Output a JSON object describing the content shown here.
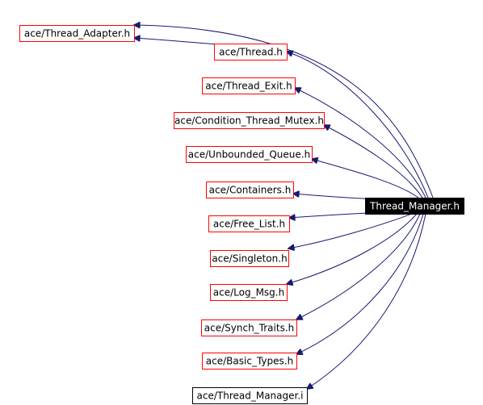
{
  "diagram": {
    "root": {
      "label": "Thread_Manager.h"
    },
    "includes": [
      {
        "label": "ace/Thread_Adapter.h",
        "kind": "external"
      },
      {
        "label": "ace/Thread.h",
        "kind": "external"
      },
      {
        "label": "ace/Thread_Exit.h",
        "kind": "external"
      },
      {
        "label": "ace/Condition_Thread_Mutex.h",
        "kind": "external"
      },
      {
        "label": "ace/Unbounded_Queue.h",
        "kind": "external"
      },
      {
        "label": "ace/Containers.h",
        "kind": "external"
      },
      {
        "label": "ace/Free_List.h",
        "kind": "external"
      },
      {
        "label": "ace/Singleton.h",
        "kind": "external"
      },
      {
        "label": "ace/Log_Msg.h",
        "kind": "external"
      },
      {
        "label": "ace/Synch_Traits.h",
        "kind": "external"
      },
      {
        "label": "ace/Basic_Types.h",
        "kind": "external"
      },
      {
        "label": "ace/Thread_Manager.i",
        "kind": "local"
      }
    ],
    "edges": [
      {
        "from": "Thread_Manager.h",
        "to": "ace/Thread_Adapter.h"
      },
      {
        "from": "Thread_Manager.h",
        "to": "ace/Thread.h"
      },
      {
        "from": "ace/Thread.h",
        "to": "ace/Thread_Adapter.h"
      },
      {
        "from": "Thread_Manager.h",
        "to": "ace/Thread_Exit.h"
      },
      {
        "from": "Thread_Manager.h",
        "to": "ace/Condition_Thread_Mutex.h"
      },
      {
        "from": "Thread_Manager.h",
        "to": "ace/Unbounded_Queue.h"
      },
      {
        "from": "Thread_Manager.h",
        "to": "ace/Containers.h"
      },
      {
        "from": "Thread_Manager.h",
        "to": "ace/Free_List.h"
      },
      {
        "from": "Thread_Manager.h",
        "to": "ace/Singleton.h"
      },
      {
        "from": "Thread_Manager.h",
        "to": "ace/Log_Msg.h"
      },
      {
        "from": "Thread_Manager.h",
        "to": "ace/Synch_Traits.h"
      },
      {
        "from": "Thread_Manager.h",
        "to": "ace/Basic_Types.h"
      },
      {
        "from": "Thread_Manager.h",
        "to": "ace/Thread_Manager.i"
      }
    ],
    "colors": {
      "edge": "#191970",
      "external_border": "#ff0000",
      "local_border": "#000000",
      "root_fill": "#000000",
      "root_text": "#ffffff",
      "node_text": "#000000",
      "background": "#ffffff"
    }
  }
}
